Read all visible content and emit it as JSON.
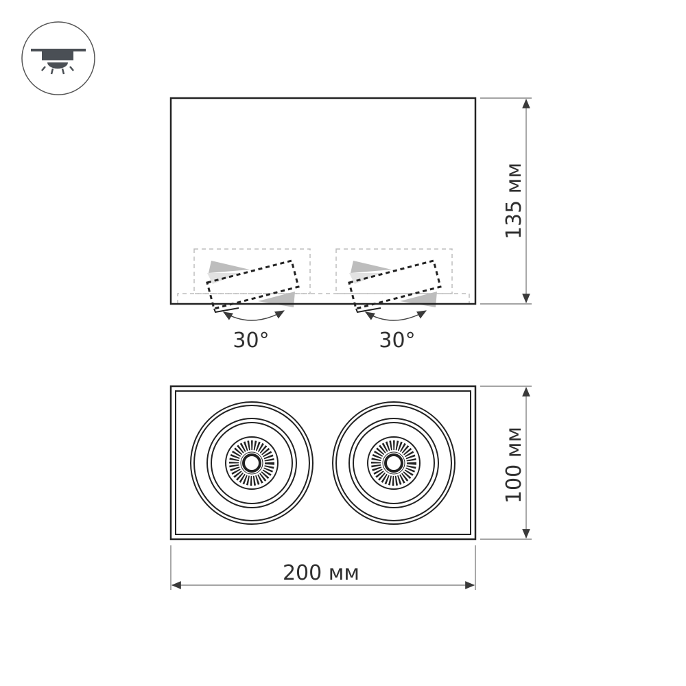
{
  "icon": {
    "name": "ceiling-surface-mount-icon",
    "description": "Surface-mounted ceiling light"
  },
  "side_view": {
    "height_label": "135 мм",
    "spotlights": [
      {
        "tilt_label": "30°"
      },
      {
        "tilt_label": "30°"
      }
    ]
  },
  "bottom_view": {
    "height_label": "100 мм",
    "width_label": "200 мм",
    "spotlight_count": 2
  },
  "colors": {
    "line": "#2f2f2f",
    "dim_line": "#6e6e6e",
    "dashed_light": "#bdbdbd",
    "shade": "#c8c8c8"
  }
}
